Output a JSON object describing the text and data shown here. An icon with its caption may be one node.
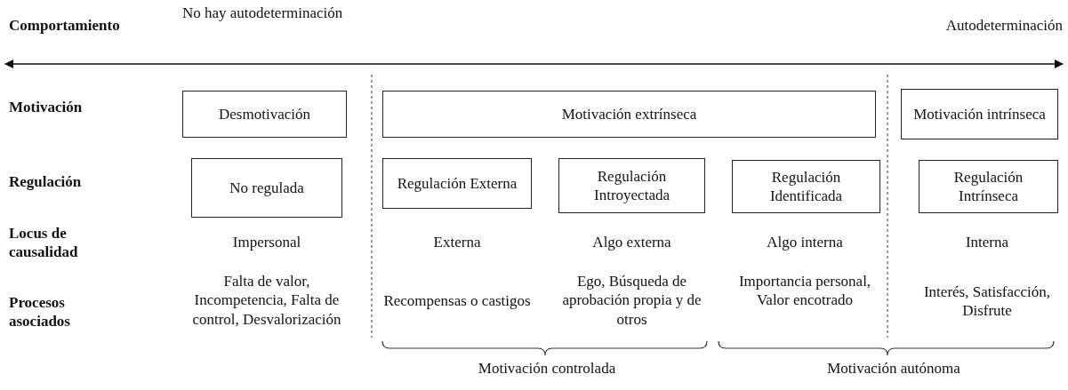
{
  "diagram": {
    "nodes": [
      {
        "text": [
          "Desmotivación"
        ]
      },
      {
        "text": [
          "Motivación extrínseca"
        ]
      },
      {
        "text": [
          "Motivación intrínseca"
        ]
      },
      {
        "text": [
          "No regulada"
        ]
      },
      {
        "text": [
          "Regulación Externa"
        ]
      },
      {
        "text": [
          "Regulación Introyectada"
        ]
      },
      {
        "text": [
          "Regulación Identificada"
        ]
      },
      {
        "text": [
          "Regulación Intrínseca"
        ]
      }
    ],
    "edges": [],
    "labels": [
      "Comportamiento",
      "No hay autodeterminación",
      "Autodeterminación",
      "Motivación",
      "Regulación",
      "Locus de causalidad",
      "Impersonal",
      "Externa",
      "Algo externa",
      "Algo interna",
      "Interna",
      "Procesos asociados",
      "Falta de valor, Incompetencia, Falta de control, Desvalorización",
      "Recompensas o castigos",
      "Ego, Búsqueda de aprobación propia y de otros",
      "Importancia personal, Valor encotrado",
      "Interés, Satisfacción, Disfrute",
      "Motivación controlada",
      "Motivación autónoma"
    ]
  }
}
